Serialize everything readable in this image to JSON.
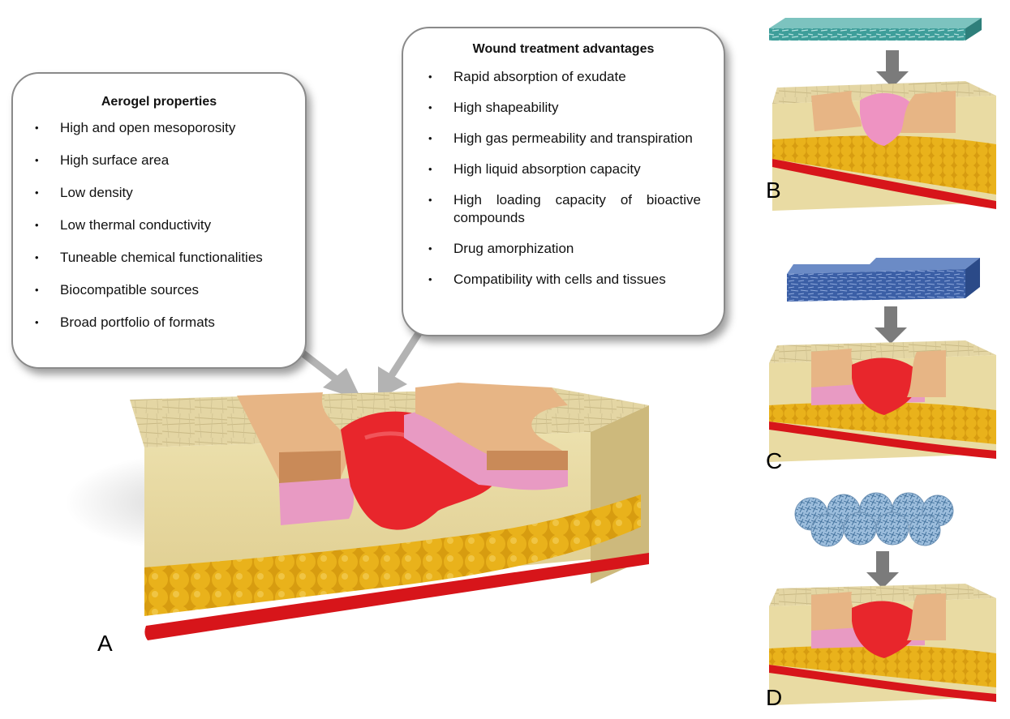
{
  "aerogel_properties": {
    "title": "Aerogel properties",
    "items": [
      "High and open mesoporosity",
      "High surface area",
      "Low density",
      "Low thermal conductivity",
      "Tuneable chemical functionalities",
      "Biocompatible sources",
      "Broad portfolio of formats"
    ]
  },
  "wound_advantages": {
    "title": "Wound treatment advantages",
    "items": [
      "Rapid absorption of exudate",
      "High shapeability",
      "High gas permeability and transpiration",
      "High liquid absorption capacity",
      "High loading capacity of bioactive compounds",
      "Drug amorphization",
      "Compatibility with cells and tissues"
    ]
  },
  "panel_labels": {
    "a": "A",
    "b": "B",
    "c": "C",
    "d": "D"
  },
  "colors": {
    "tissue": "#e7d59c",
    "tissue_top": "#d8c893",
    "epidermis": "#e2a571",
    "dermis_pink": "#e89ac3",
    "wound_red": "#e8262c",
    "fat_yellow": "#e5ad16",
    "blood_vessel": "#d7151a",
    "aerogel_teal": "#3e9e9a",
    "aerogel_blue": "#3b5fa6",
    "aerogel_beads": "#8fb3d6",
    "arrow_gray": "#7b7b7b"
  }
}
